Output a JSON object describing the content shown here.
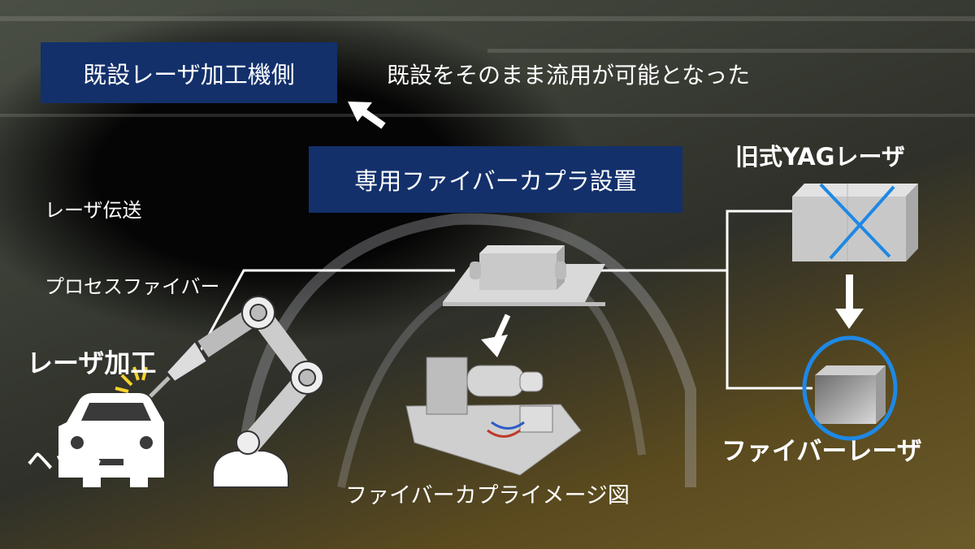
{
  "labels": {
    "existing_machine_side": "既設レーザ加工機側",
    "reuse_note": "既設をそのまま流用が可能となった",
    "coupler_install": "専用ファイバーカプラ設置",
    "process_fiber_line1": "レーザ伝送",
    "process_fiber_line2": "プロセスファイバー",
    "old_yag_laser": "旧式YAGレーザ",
    "processing_head_line1": "レーザ加工",
    "processing_head_line2": "ヘッド",
    "fiber_laser": "ファイバーレーザ",
    "coupler_image_caption": "ファイバーカプライメージ図"
  },
  "colors": {
    "navy": "#13306b",
    "accent_blue": "#1e88e5",
    "spark_yellow": "#f5d22a"
  }
}
